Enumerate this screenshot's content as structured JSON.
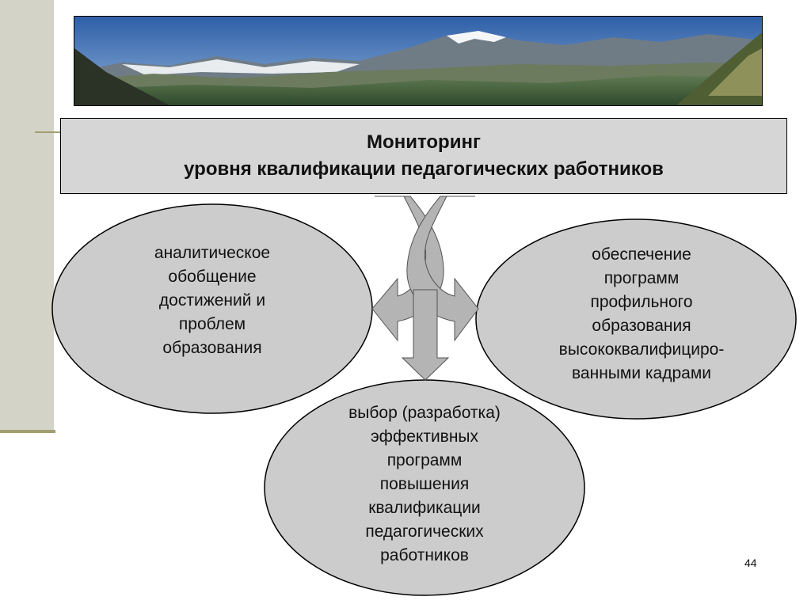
{
  "title": {
    "line1": "Мониторинг",
    "line2": "уровня квалификации педагогических работников"
  },
  "nodes": {
    "left": {
      "lines": [
        "аналитическое",
        "обобщение",
        "достижений и",
        "проблем",
        "образования"
      ]
    },
    "right": {
      "lines": [
        "обеспечение",
        "программ",
        "профильного",
        "образования",
        "высококвалифициро-",
        "ванными кадрами"
      ]
    },
    "bottom": {
      "lines": [
        "выбор (разработка)",
        "эффективных",
        "программ",
        "повышения",
        "квалификации",
        "педагогических",
        "работников"
      ]
    }
  },
  "page_number": "44",
  "colors": {
    "ellipse_fill": "#cccccc",
    "title_fill": "#d6d6d6",
    "arrow_fill": "#b4b4b4",
    "sidebar": "#d3d3c8",
    "accent_rule": "#a0a070"
  }
}
